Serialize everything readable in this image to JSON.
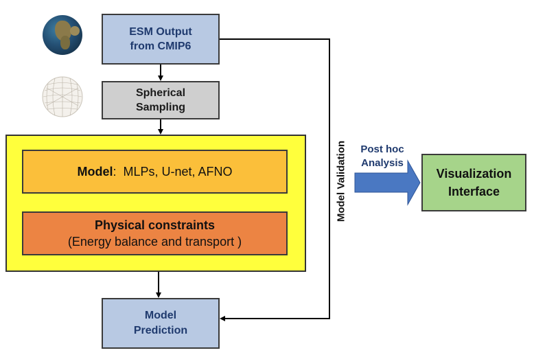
{
  "boxes": {
    "esm_output": {
      "line1": "ESM Output",
      "line2": "from CMIP6"
    },
    "spherical_sampling": {
      "line1": "Spherical",
      "line2": "Sampling"
    },
    "model": {
      "title": "Model",
      "rest": ":  MLPs, U-net, AFNO"
    },
    "physical_constraints": {
      "title": "Physical constraints",
      "subtitle": "(Energy balance and transport )"
    },
    "model_prediction": {
      "line1": "Model",
      "line2": "Prediction"
    },
    "visualization": {
      "line1": "Visualization",
      "line2": "Interface"
    }
  },
  "labels": {
    "model_validation": "Model Validation",
    "post_hoc_line1": "Post hoc",
    "post_hoc_line2": "Analysis"
  },
  "colors": {
    "blue_box": "#b8c9e3",
    "gray_box": "#cfcfcf",
    "yellow_outer": "#ffff3c",
    "model_box": "#fbbf3a",
    "constraints_box": "#ec8443",
    "viz_box": "#a6d48a",
    "arrow_blue": "#4a78c2"
  },
  "icons": [
    "earth-globe-icon",
    "geodesic-sphere-icon"
  ]
}
